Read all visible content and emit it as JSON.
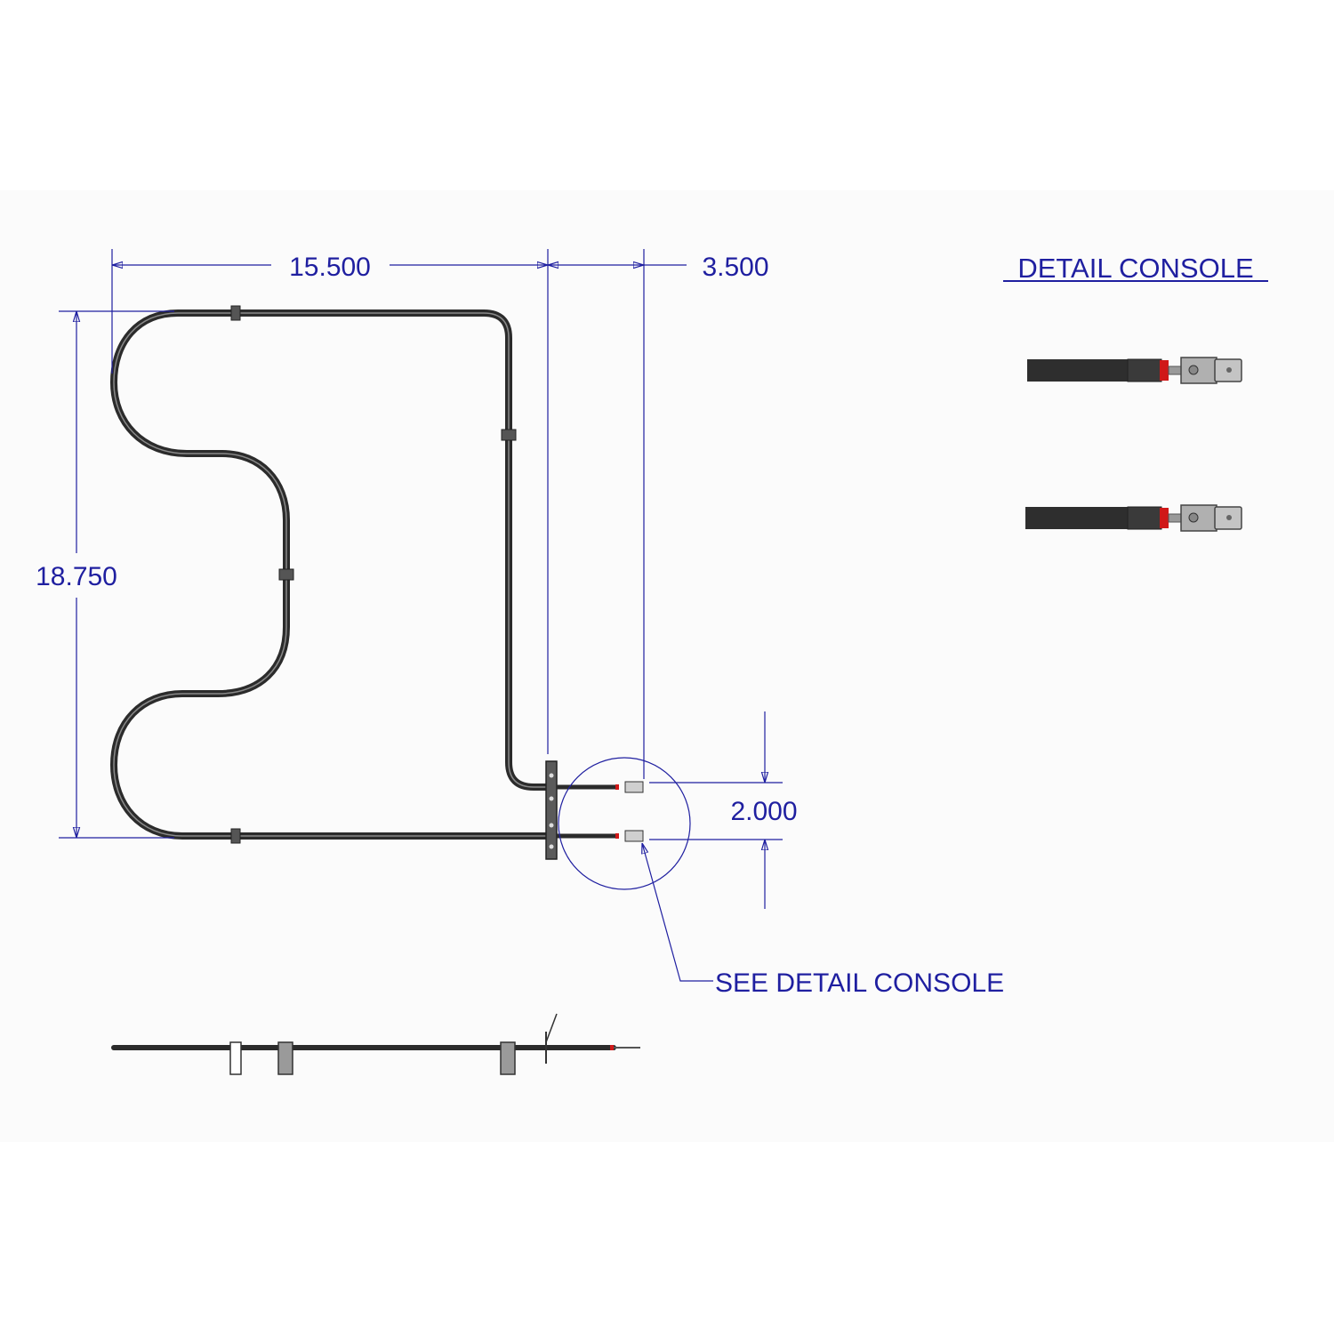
{
  "colors": {
    "dimension": "#1f1fa0",
    "element": "#2b2b2b",
    "terminal_seal": "#d01818",
    "terminal_metal": "#9a9a9a",
    "background": "#fbfbfb"
  },
  "dimensions": {
    "width_main": "15.500",
    "width_terminal": "3.500",
    "height": "18.750",
    "terminal_spacing": "2.000"
  },
  "labels": {
    "detail_title": "DETAIL CONSOLE",
    "callout": "SEE DETAIL CONSOLE"
  }
}
